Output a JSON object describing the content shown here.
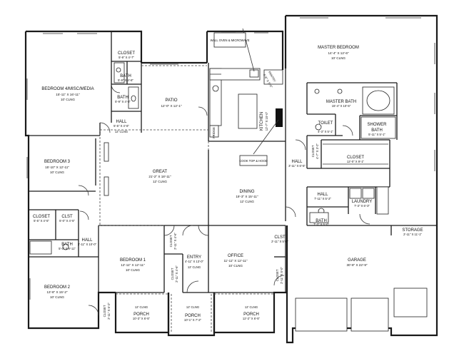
{
  "rooms": {
    "bedroom4": {
      "name": "BEDROOM 4/MISC/MEDIA",
      "dim": "15'-11\" X 16'-11\"",
      "ceil": "10' CLNG"
    },
    "closet_b4": {
      "name": "CLOSET",
      "dim": "5'-9\" X 4'-7\""
    },
    "bath_top": {
      "name": "BATH",
      "dim": "5'-9\" X 4'-8\""
    },
    "bath_top2": {
      "name": "BATH",
      "dim": "5'-9\" X 4'-8\""
    },
    "hall_top": {
      "name": "HALL",
      "dim": "5'-5\" X 4'-6\"",
      "ceil": "12' CLNG"
    },
    "patio": {
      "name": "PATIO",
      "dim": "12'-0\" X 12'-1\""
    },
    "wall_oven": {
      "name": "WALL OVEN & MICROWAVE"
    },
    "pantry": {
      "name": "PANTRY",
      "dim": "4'-6\" X 5'-0\""
    },
    "kitchen": {
      "name": "KITCHEN",
      "dim": "12'-7\" X 15'-0\""
    },
    "fridge": {
      "name": "FRIDGE"
    },
    "cooktop": {
      "name": "COOK TOP & HOOD"
    },
    "master": {
      "name": "MASTER BEDROOM",
      "dim": "14'-4\" X 12'-6\"",
      "ceil": "10' CLNG"
    },
    "master_bath": {
      "name": "MASTER BATH",
      "dim": "15'-4\" X 10'-5\""
    },
    "toilet": {
      "name": "TOILET",
      "dim": "4'-3\" X 5'-1\""
    },
    "shower": {
      "name": "SHOWER",
      "name2": "BATH",
      "dim": "5'-11\" X 5'-1\""
    },
    "closet_master": {
      "name": "CLOSET",
      "dim": "12'-0\" X 9'-1\""
    },
    "closet_v1": {
      "name": "CLOSET",
      "dim": "4'-7\" X 3'-2\""
    },
    "hall_mid": {
      "name": "HALL",
      "dim": "3'-11\" X 6'-5\""
    },
    "bedroom3": {
      "name": "BEDROOM 3",
      "dim": "15'-10\" X 12'-11\"",
      "ceil": "10' CLNG"
    },
    "great": {
      "name": "GREAT",
      "dim": "21'-2\" X 18'-11\"",
      "ceil": "12' CLNG"
    },
    "dining": {
      "name": "DINING",
      "dim": "19'-3\" X 15'-11\"",
      "ceil": "12' CLNG"
    },
    "hall_laundry": {
      "name": "HALL",
      "dim": "7'-11\" X 5'-2\""
    },
    "laundry": {
      "name": "LAUNDRY",
      "dim": "7'-3\" X 6'-3\""
    },
    "bath_laundry": {
      "name": "BATH",
      "dim": "7'-3\" X 5'-0\""
    },
    "closet_w1": {
      "name": "CLOSET",
      "dim": "5'-5\" X 4'-5\""
    },
    "clst_w": {
      "name": "CLST",
      "dim": "5'-0\" X 4'-5\""
    },
    "bath_w": {
      "name": "BATH",
      "dim": "5'-0\" X 9'-11\""
    },
    "hall_w": {
      "name": "HALL",
      "dim": "3'-11\" X 10'-0\""
    },
    "bedroom1": {
      "name": "BEDROOM 1",
      "dim": "12'-11\" X 12'-11\"",
      "ceil": "10' CLNG"
    },
    "closet_b1": {
      "name": "CLOSET",
      "dim": "2'-11\" X 4'-6\""
    },
    "entry": {
      "name": "ENTRY",
      "dim": "4'-11\" X 13'-0\"",
      "ceil": "12' CLNG"
    },
    "closet_entry": {
      "name": "CLOSET",
      "dim": "2'-11\" X 4'-6\""
    },
    "office": {
      "name": "OFFICE",
      "dim": "11'-11\" X 12'-11\"",
      "ceil": "10' CLNG"
    },
    "clst_office": {
      "name": "CLST",
      "dim": "2'-11\" X 5'-0\""
    },
    "closet_office": {
      "name": "CLOSET",
      "dim": "2'-11\" X 5'-0\""
    },
    "storage": {
      "name": "STORAGE",
      "dim": "2'-11\" X 11'-1\""
    },
    "garage": {
      "name": "GARAGE",
      "dim": "30'-8\" X 22'-9\""
    },
    "bedroom2": {
      "name": "BEDROOM 2",
      "dim": "13'-8\" X 15'-2\"",
      "ceil": "10' CLNG"
    },
    "closet_b2": {
      "name": "CLOSET",
      "dim": "2'-11\" X 6'-2\""
    },
    "porch1": {
      "name": "PORCH",
      "dim": "10'-3\" X 6'-5\"",
      "ceil": "12' CLNG"
    },
    "porch2": {
      "name": "PORCH",
      "dim": "10'-1\" X 7'-2\"",
      "ceil": "12' CLNG"
    },
    "porch3": {
      "name": "PORCH",
      "dim": "12'-2\" X 6'-5\"",
      "ceil": "12' CLNG"
    }
  }
}
